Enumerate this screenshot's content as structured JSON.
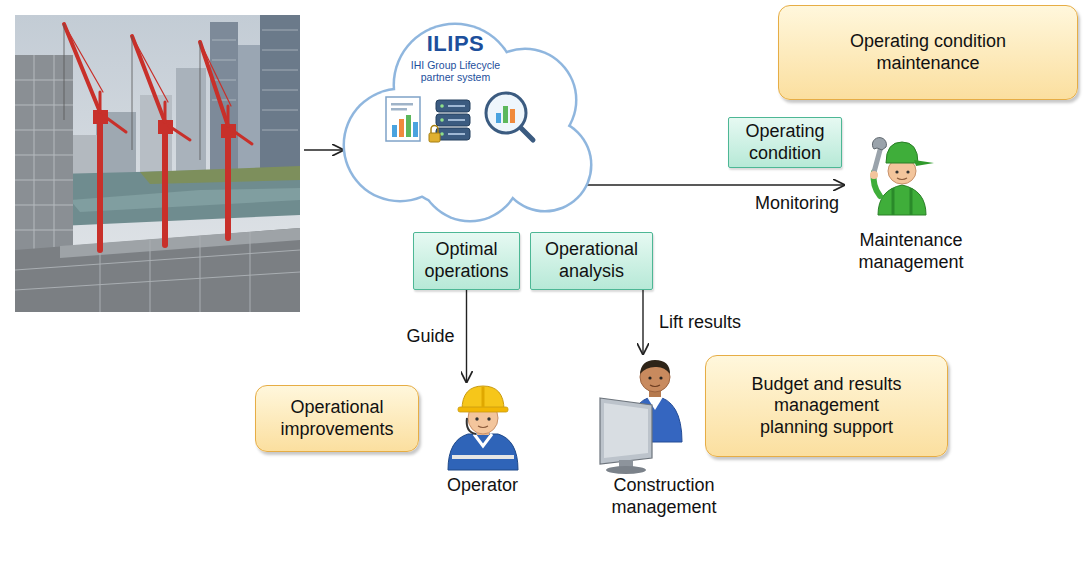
{
  "diagram": {
    "nodes": [
      {
        "text": [
          "ILIPS",
          "IHI Group Lifecycle partner system"
        ]
      },
      {
        "text": [
          "Operating condition maintenance"
        ]
      },
      {
        "text": [
          "Operating condition"
        ]
      },
      {
        "text": [
          "Maintenance management"
        ]
      },
      {
        "text": [
          "Optimal operations"
        ]
      },
      {
        "text": [
          "Operational analysis"
        ]
      },
      {
        "text": [
          "Operational improvements"
        ]
      },
      {
        "text": [
          "Operator"
        ]
      },
      {
        "text": [
          "Construction management"
        ]
      },
      {
        "text": [
          "Budget and results management planning support"
        ]
      }
    ],
    "edges": [
      {
        "from": 0,
        "to": 3,
        "arrow": "to",
        "label": "Monitoring"
      },
      {
        "from": 4,
        "to": 7,
        "arrow": "to",
        "label": "Guide"
      },
      {
        "from": 5,
        "to": 8,
        "arrow": "to",
        "label": "Lift results"
      }
    ]
  }
}
